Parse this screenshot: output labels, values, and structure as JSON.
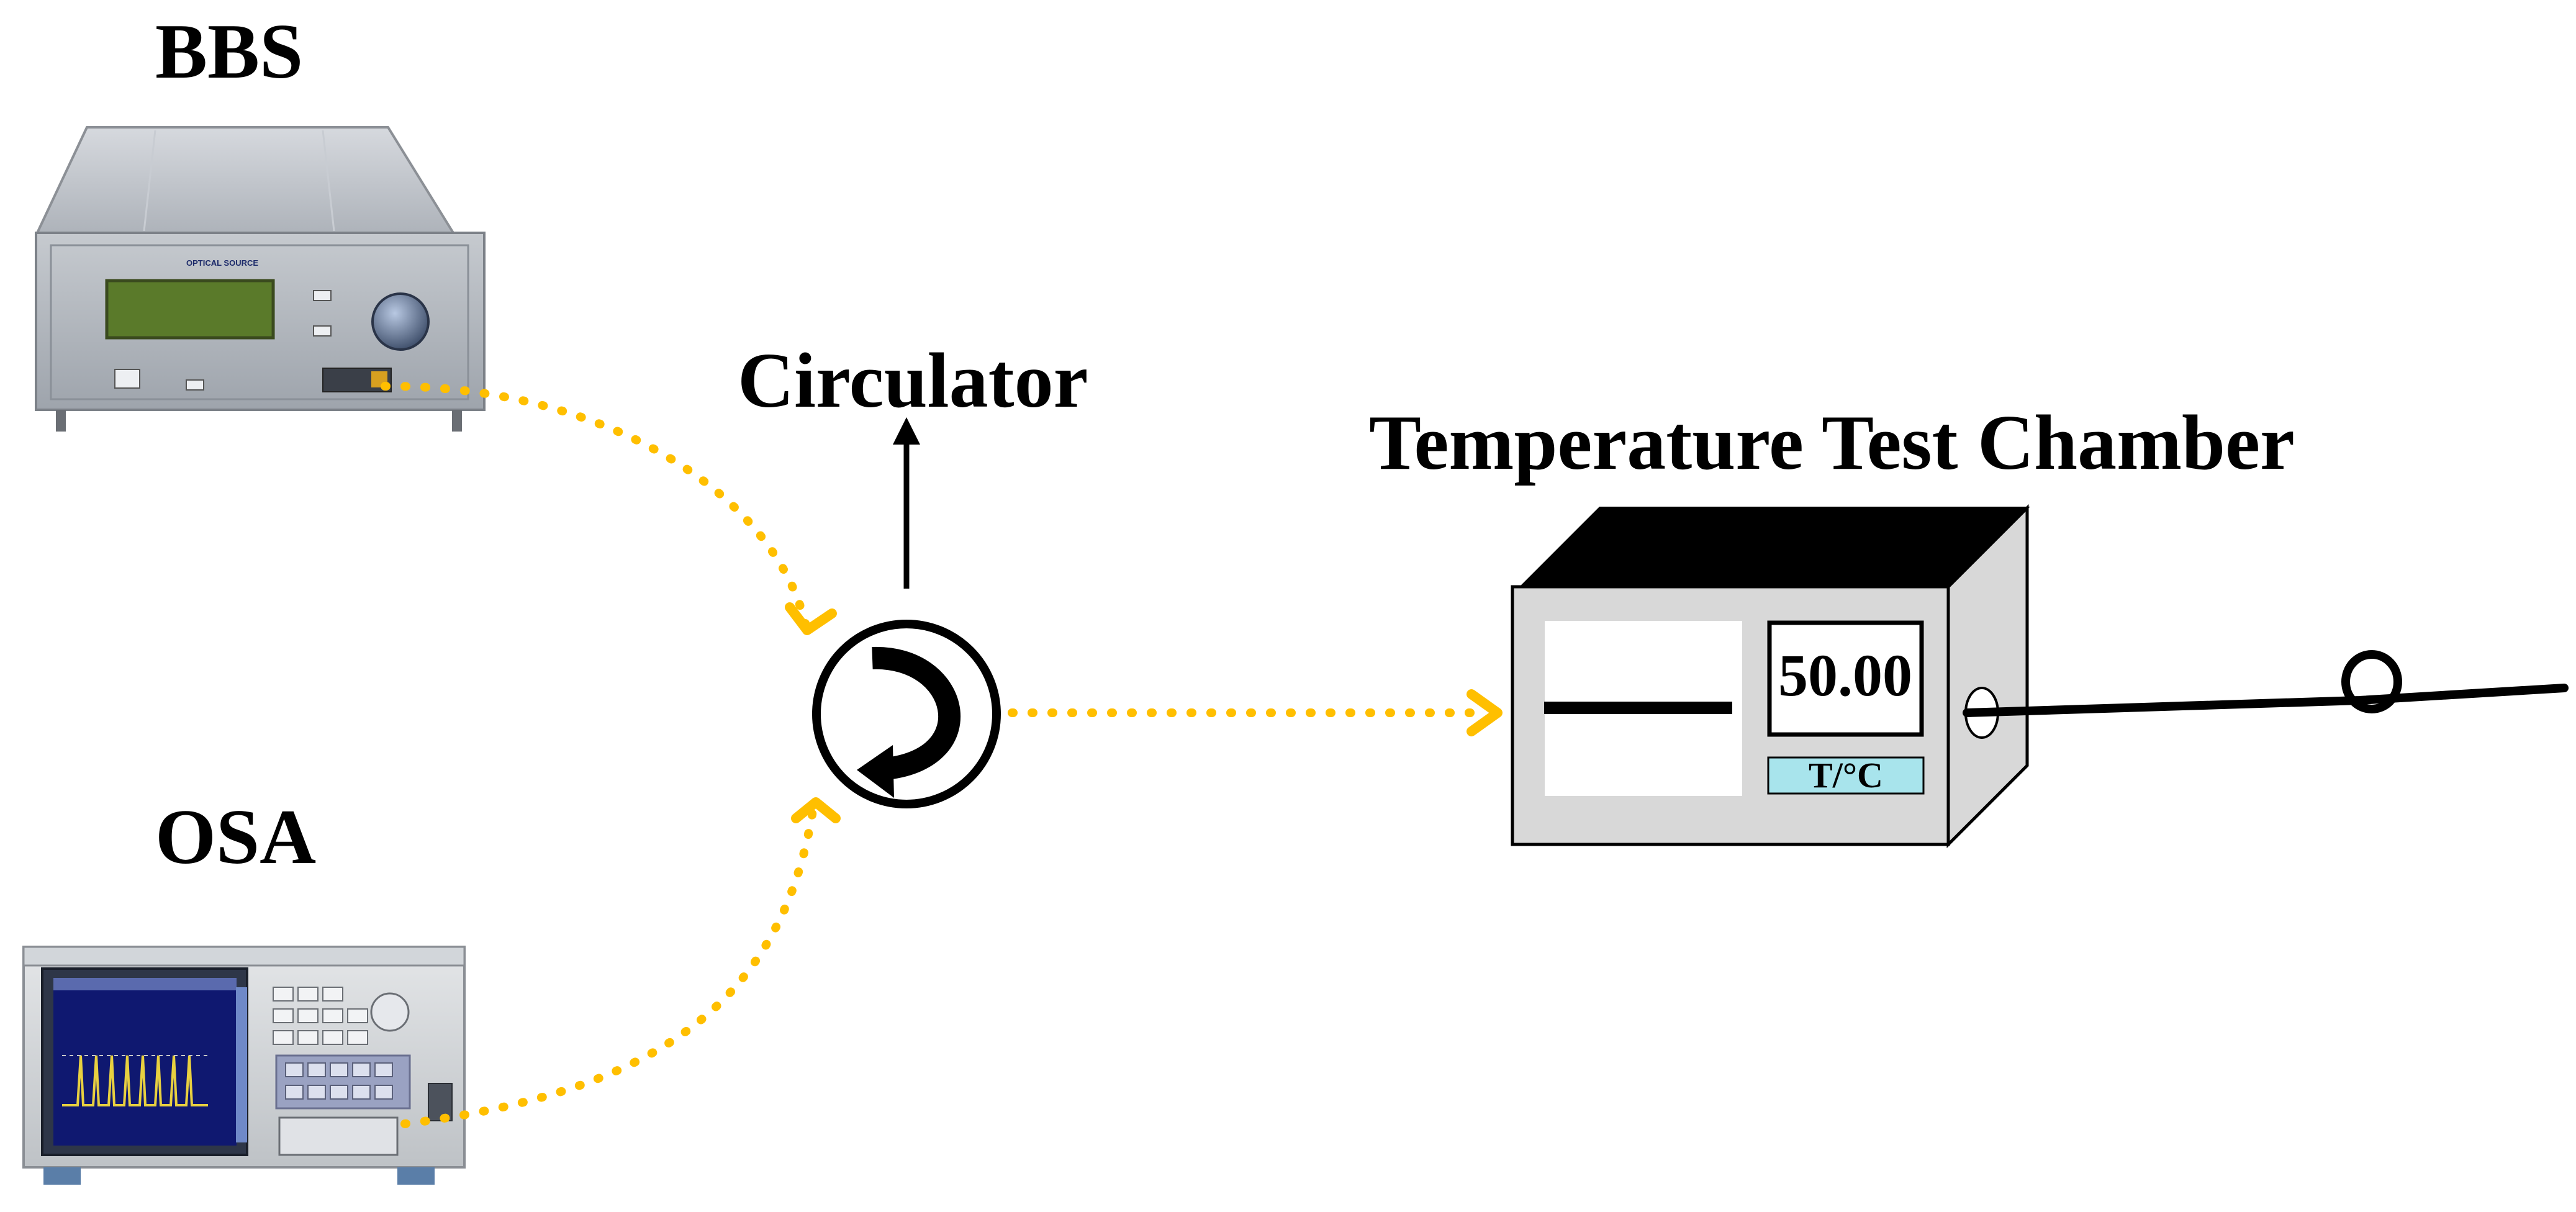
{
  "labels": {
    "bbs": "BBS",
    "osa": "OSA",
    "circulator": "Circulator",
    "chamber_title": "Temperature Test Chamber"
  },
  "chamber": {
    "reading": "50.00",
    "unit_label": "T/°C"
  },
  "bbs_device": {
    "panel_title": "OPTICAL SOURCE"
  },
  "colors": {
    "fiber": "#FFBF00",
    "outline": "#000000",
    "chamber_top": "#000000",
    "chamber_body": "#D8D8D8",
    "unit_fill": "#A8E4EC",
    "screen_green": "#5A7A2A",
    "osa_screen": "#0F1870"
  }
}
